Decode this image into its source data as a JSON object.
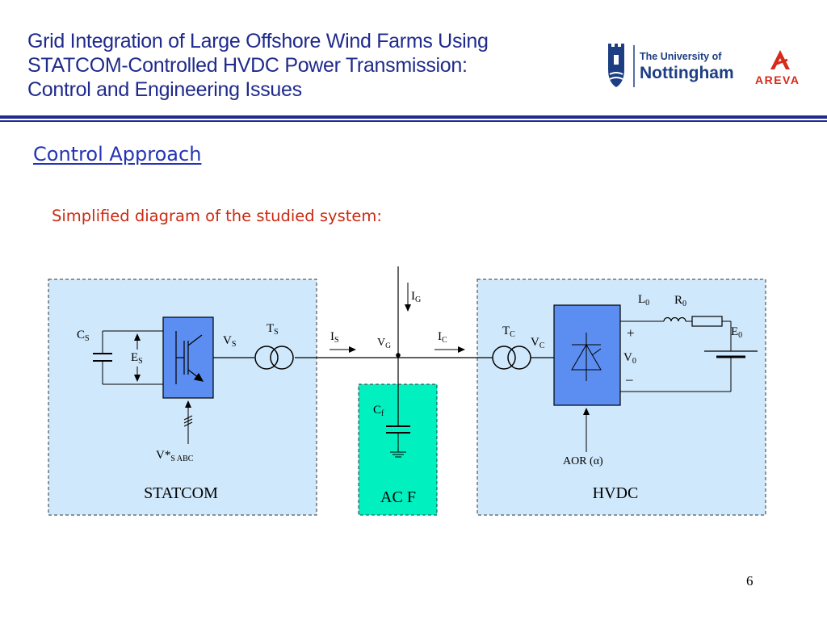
{
  "header": {
    "title_lines": [
      "Grid Integration of Large Offshore Wind Farms Using",
      "STATCOM-Controlled HVDC Power Transmission:",
      "Control and Engineering Issues"
    ]
  },
  "logos": {
    "university_line1": "The University of",
    "university_line2": "Nottingham",
    "areva_text": "AREVA"
  },
  "section_heading": "Control Approach",
  "subtitle": "Simplified diagram of the studied system:",
  "diagram": {
    "blocks": {
      "statcom": "STATCOM",
      "acf": "AC F",
      "hvdc": "HVDC"
    },
    "labels": {
      "cs": {
        "main": "C",
        "sub": "S"
      },
      "es": {
        "main": "E",
        "sub": "S"
      },
      "vs": {
        "main": "V",
        "sub": "S"
      },
      "ts": {
        "main": "T",
        "sub": "S"
      },
      "is": {
        "main": "I",
        "sub": "S"
      },
      "vg": {
        "main": "V",
        "sub": "G"
      },
      "ig": {
        "main": "I",
        "sub": "G"
      },
      "ic": {
        "main": "I",
        "sub": "C"
      },
      "tc": {
        "main": "T",
        "sub": "C"
      },
      "vc": {
        "main": "V",
        "sub": "C"
      },
      "cf": {
        "main": "C",
        "sub": "f"
      },
      "l0": {
        "main": "L",
        "sub": "0"
      },
      "r0": {
        "main": "R",
        "sub": "0"
      },
      "e0": {
        "main": "E",
        "sub": "0"
      },
      "v0": {
        "main": "V",
        "sub": "0"
      },
      "vref": {
        "main": "V*",
        "sub": "S ABC"
      },
      "plus": "+",
      "minus": "–",
      "aor": "AOR (α)"
    },
    "colors": {
      "statcom_fill": "#cfe8fb",
      "hvdc_fill": "#cfe8fb",
      "acf_fill": "#00f0c0",
      "converter_fill": "#5b8ef0"
    }
  },
  "page_number": "6"
}
